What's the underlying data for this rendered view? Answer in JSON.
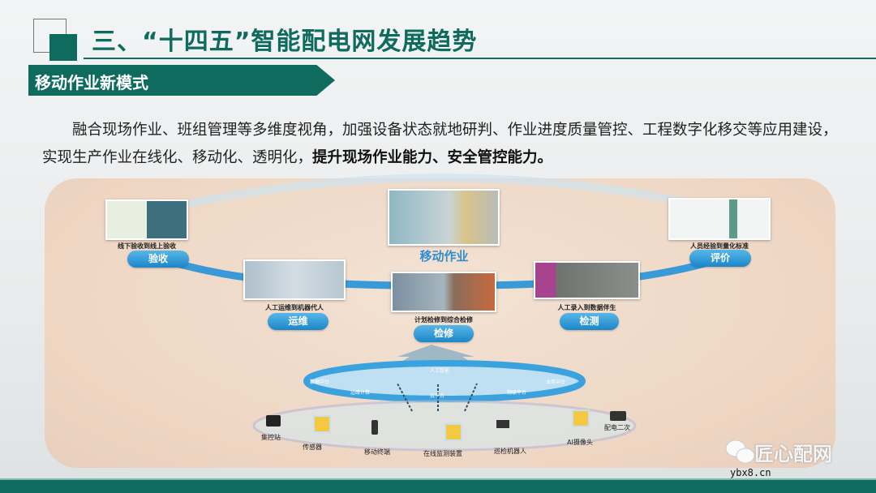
{
  "header": {
    "title": "三、“十四五”智能配电网发展趋势",
    "section": "移动作业新模式"
  },
  "body": {
    "text_normal": "融合现场作业、班组管理等多维度视角，加强设备状态就地研判、作业进度质量管控、工程数字化移交等应用建设，实现生产作业在线化、移动化、透明化，",
    "text_bold": "提升现场作业能力、安全管控能力。"
  },
  "diagram": {
    "center_label": "移动作业",
    "stages": [
      {
        "caption": "线下验收到线上验收",
        "label": "验收"
      },
      {
        "caption": "人工运维到机器代人",
        "label": "运维"
      },
      {
        "caption": "计划检修到综合检修",
        "label": "检修"
      },
      {
        "caption": "人工录入到数据伴生",
        "label": "检测"
      },
      {
        "caption": "人员经验到量化标准",
        "label": "评价"
      }
    ],
    "ring_labels": [
      "人工智能",
      "数据中台",
      "边缘计算",
      "云平台",
      "物联平台",
      "业务中台"
    ],
    "devices": [
      "集控站",
      "传感器",
      "移动终端",
      "在线监测装置",
      "巡检机器人",
      "AI摄像头",
      "配电二次"
    ],
    "colors": {
      "primary": "#0f6b5e",
      "pill": "#2a93d5",
      "panel": "#eed6c3"
    }
  },
  "watermark": {
    "brand": "匠心配网",
    "url": "ybx8.cn",
    "icon": "wechat-icon"
  }
}
